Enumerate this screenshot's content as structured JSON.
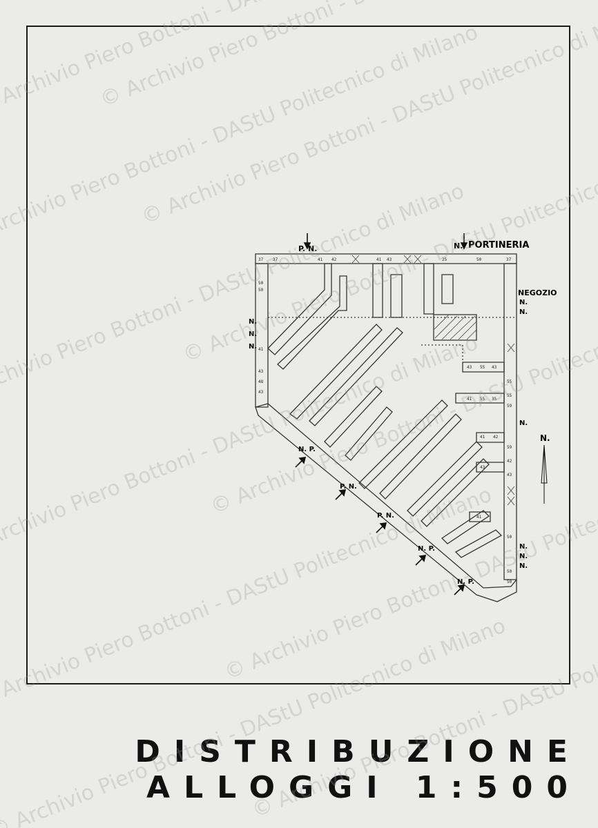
{
  "drawing": {
    "title_line1": "DISTRIBUZIONE",
    "title_line2": "ALLOGGI 1:500",
    "labels": {
      "portineria": "PORTINERIA",
      "negozio": "NEGOZIO",
      "north": "N.",
      "p": "P.",
      "pn": "P. N.",
      "np": "N. P."
    },
    "unit_numbers": [
      "25",
      "35",
      "37",
      "41",
      "42",
      "43",
      "48",
      "50",
      "55",
      "59"
    ]
  },
  "watermark": {
    "line_a": "© Archivio Piero Bottoni - DAStU Politecnico di Milano"
  }
}
